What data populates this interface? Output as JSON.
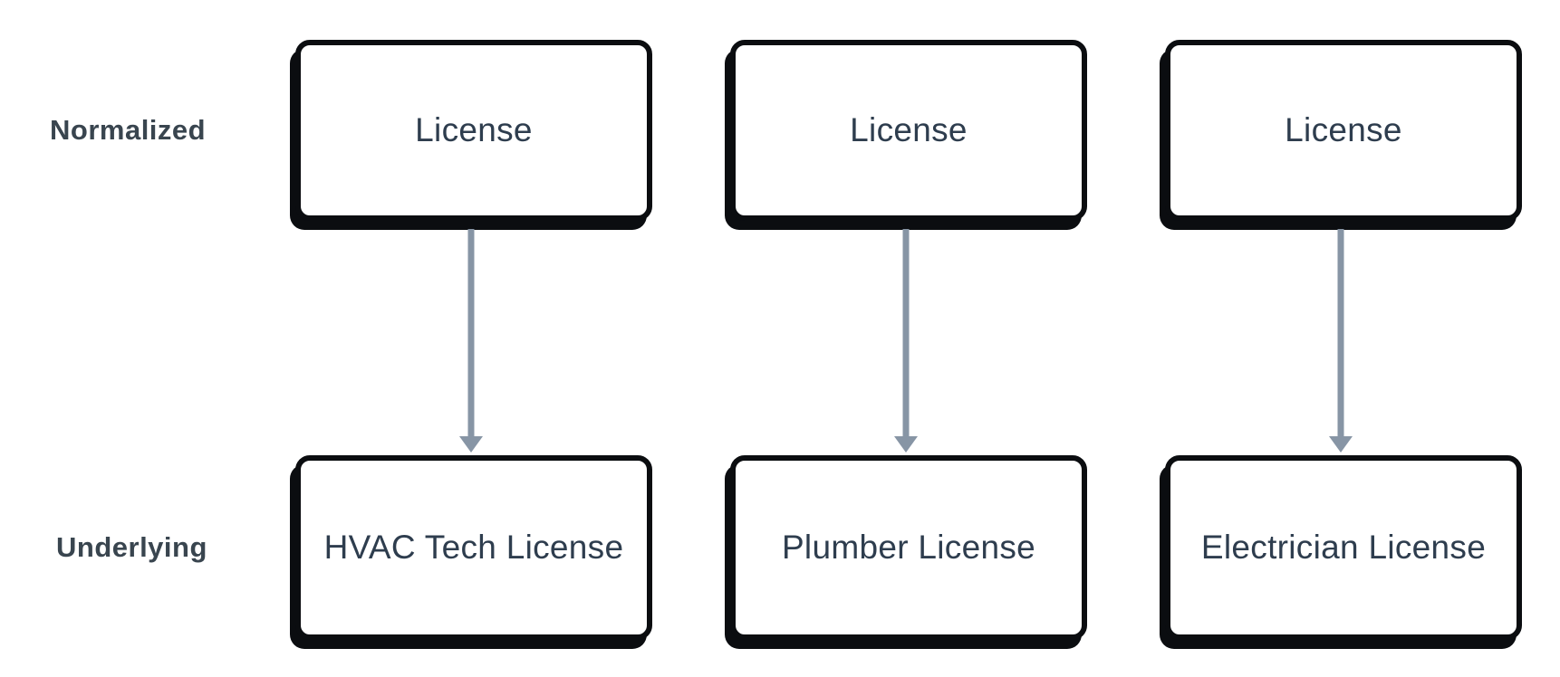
{
  "diagram": {
    "row_labels": [
      {
        "id": "normalized",
        "text": "Normalized"
      },
      {
        "id": "underlying",
        "text": "Underlying"
      }
    ],
    "columns": [
      {
        "normalized": "License",
        "underlying": "HVAC Tech License"
      },
      {
        "normalized": "License",
        "underlying": "Plumber License"
      },
      {
        "normalized": "License",
        "underlying": "Electrician License"
      }
    ],
    "colors": {
      "box_fill": "#ffffff",
      "box_border": "#0b0d10",
      "box_text": "#2e3d4e",
      "label_text": "#39454f",
      "arrow": "#8795a5",
      "background": "#ffffff"
    }
  }
}
